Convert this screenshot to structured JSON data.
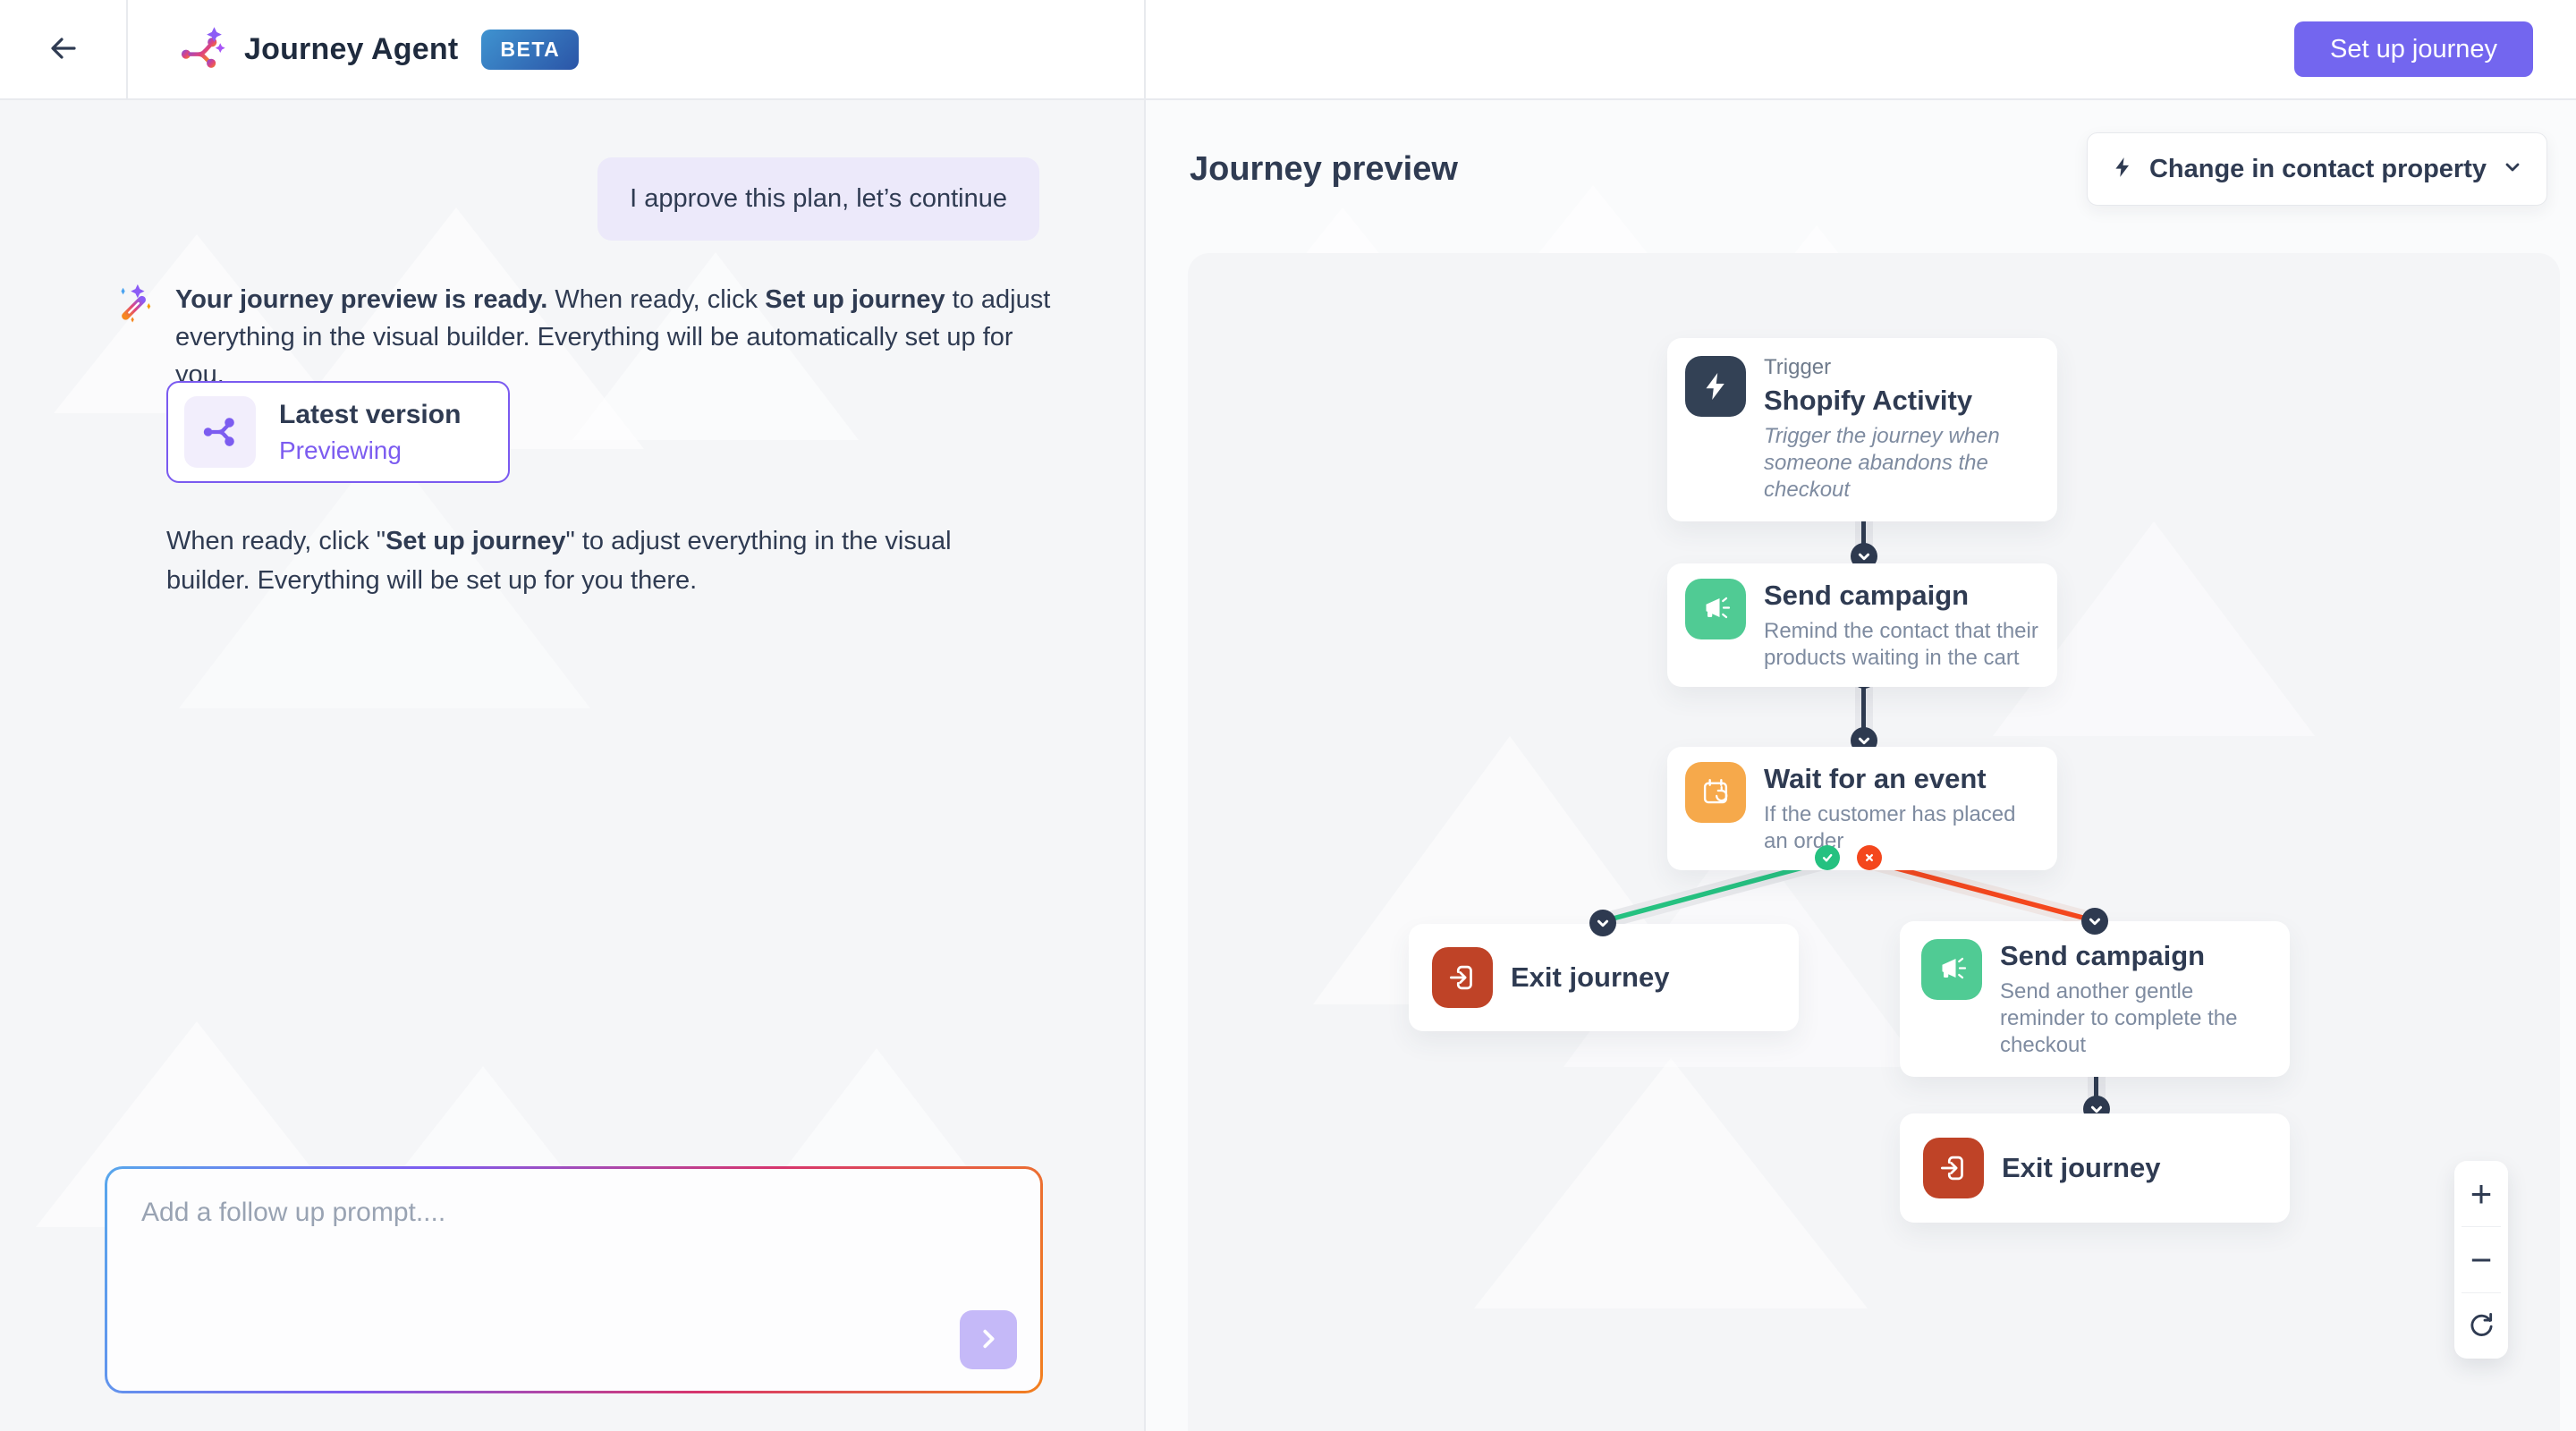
{
  "header": {
    "app_title": "Journey Agent",
    "beta_badge": "BETA",
    "setup_button_label": "Set up journey"
  },
  "chat": {
    "user_message": "I approve this plan, let’s continue",
    "assistant_message": {
      "bold_1": "Your journey preview is ready.",
      "regular_1": " When ready, click ",
      "bold_2": "Set up journey",
      "regular_2": " to adjust everything in the visual builder. Everything will be automatically set up for you."
    },
    "version_card": {
      "title": "Latest version",
      "status": "Previewing"
    },
    "note": {
      "regular_1": "When ready, click \"",
      "bold_1": "Set up journey",
      "regular_2": "\" to adjust everything in the visual builder. Everything will be set up for you there."
    },
    "prompt_input": {
      "placeholder": "Add a follow up prompt...."
    }
  },
  "preview": {
    "title": "Journey preview",
    "trigger_dropdown_label": "Change in contact property",
    "nodes": {
      "trigger": {
        "kicker": "Trigger",
        "title": "Shopify Activity",
        "description": "Trigger the journey when someone abandons the checkout"
      },
      "send_campaign_1": {
        "title": "Send campaign",
        "description": "Remind the contact that their products waiting in the cart"
      },
      "wait_event": {
        "title": "Wait for an event",
        "description": "If the customer has placed an order"
      },
      "exit_left": {
        "title": "Exit journey"
      },
      "send_campaign_2": {
        "title": "Send campaign",
        "description": "Send another gentle reminder to complete the checkout"
      },
      "exit_bottom": {
        "title": "Exit journey"
      }
    },
    "zoom_controls": {
      "zoom_in": "+",
      "zoom_out": "−"
    }
  },
  "icons": {
    "back": "arrow-left-icon",
    "logo": "journey-branch-icon",
    "assistant": "magic-wand-icon",
    "version_card": "journey-branch-icon",
    "trigger_node": "lightning-icon",
    "send_campaign_node": "megaphone-icon",
    "wait_event_node": "calendar-sync-icon",
    "exit_node": "exit-icon",
    "branch_yes": "check-icon",
    "branch_no": "x-icon",
    "dropdown": "lightning-icon",
    "dropdown_caret": "chevron-down-icon",
    "send": "chevron-right-icon",
    "zoom_reset": "refresh-icon"
  },
  "colors": {
    "accent_purple": "#7366EF",
    "brand_purple": "#7C5CF0",
    "beta_gradient_start": "#3F93D0",
    "beta_gradient_end": "#2B55A7",
    "node_navy": "#334155",
    "node_green": "#50CB94",
    "node_orange": "#F6A94B",
    "node_rust": "#BF4327",
    "branch_yes_green": "#25C180",
    "branch_no_red": "#F4471D",
    "user_bubble": "#ECE9FA"
  }
}
